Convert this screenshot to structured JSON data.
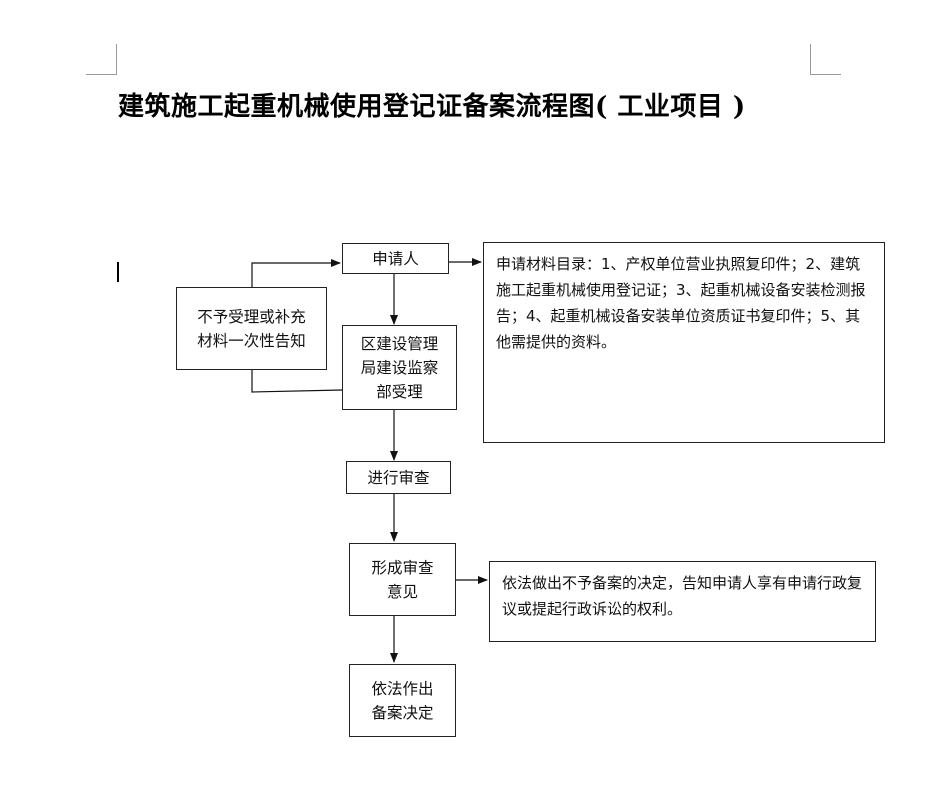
{
  "title": "建筑施工起重机械使用登记证备案流程图( 工业项目 )",
  "nodes": {
    "applicant": "申请人",
    "reject": "不予受理或补充\n材料一次性告知",
    "accept": "区建设管理\n局建设监察\n部受理",
    "review": "进行审查",
    "opinion": "形成审查\n意见",
    "decision": "依法作出\n备案决定"
  },
  "notes": {
    "materials": "申请材料目录：1、产权单位营业执照复印件；2、建筑施工起重机械使用登记证；3、起重机械设备安装检测报告；4、起重机械设备安装单位资质证书复印件；5、其他需提供的资料。",
    "refusal": "依法做出不予备案的决定，告知申请人享有申请行政复议或提起行政诉讼的权利。"
  }
}
